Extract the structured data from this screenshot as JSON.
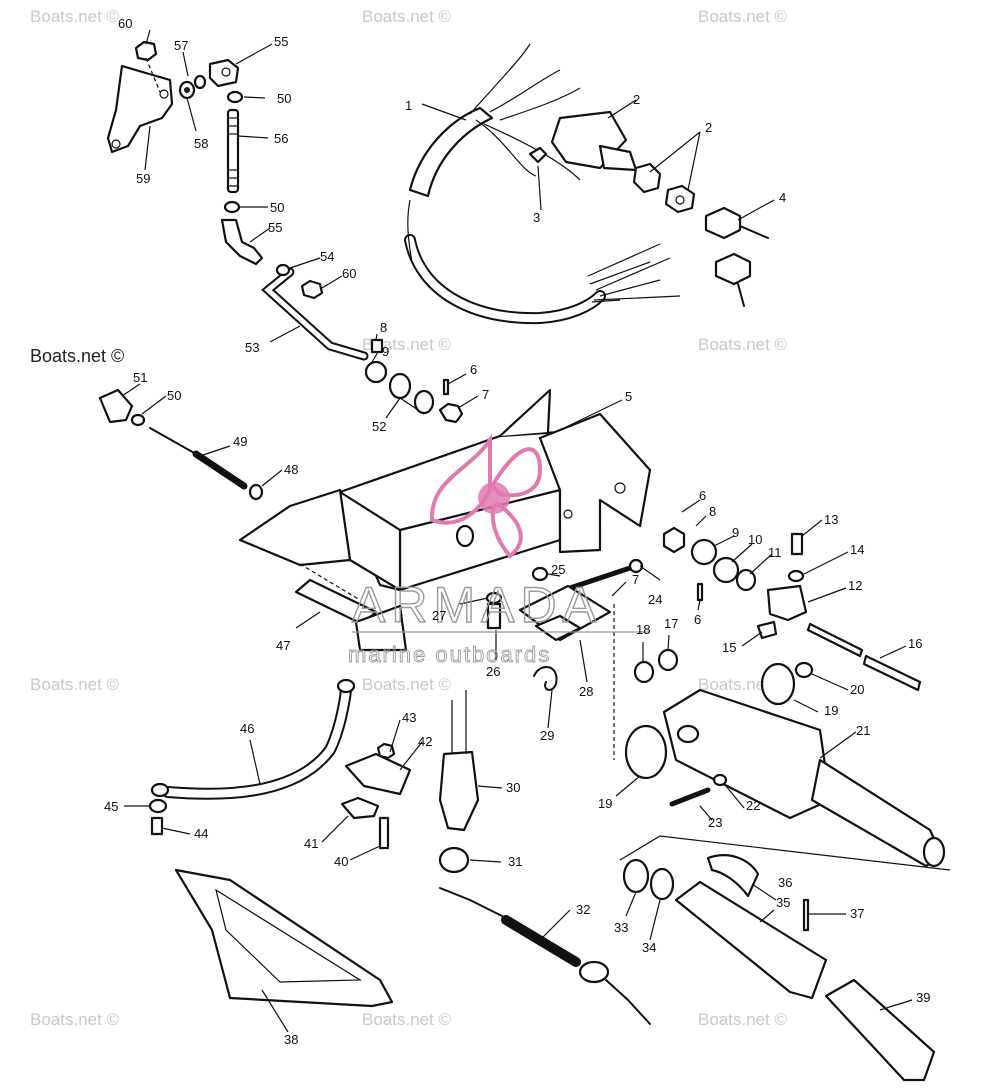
{
  "credit": "Boats.net ©",
  "watermark": {
    "text": "Boats.net ©",
    "logo_main": "ARMADA",
    "logo_sub": "marine outboards",
    "logo_color": "#e07ab0"
  },
  "part_numbers": {
    "n1": "1",
    "n2": "2",
    "n3": "3",
    "n4": "4",
    "n5": "5",
    "n6": "6",
    "n7": "7",
    "n8": "8",
    "n9": "9",
    "n10": "10",
    "n11": "11",
    "n12": "12",
    "n13": "13",
    "n14": "14",
    "n15": "15",
    "n16": "16",
    "n17": "17",
    "n18": "18",
    "n19": "19",
    "n20": "20",
    "n21": "21",
    "n22": "22",
    "n23": "23",
    "n24": "24",
    "n25": "25",
    "n26": "26",
    "n27": "27",
    "n28": "28",
    "n29": "29",
    "n30": "30",
    "n31": "31",
    "n32": "32",
    "n33": "33",
    "n34": "34",
    "n35": "35",
    "n36": "36",
    "n37": "37",
    "n38": "38",
    "n39": "39",
    "n40": "40",
    "n41": "41",
    "n42": "42",
    "n43": "43",
    "n44": "44",
    "n45": "45",
    "n46": "46",
    "n47": "47",
    "n48": "48",
    "n49": "49",
    "n50": "50",
    "n51": "51",
    "n52": "52",
    "n53": "53",
    "n54": "54",
    "n55": "55",
    "n56": "56",
    "n57": "57",
    "n58": "58",
    "n59": "59",
    "n60": "60"
  }
}
